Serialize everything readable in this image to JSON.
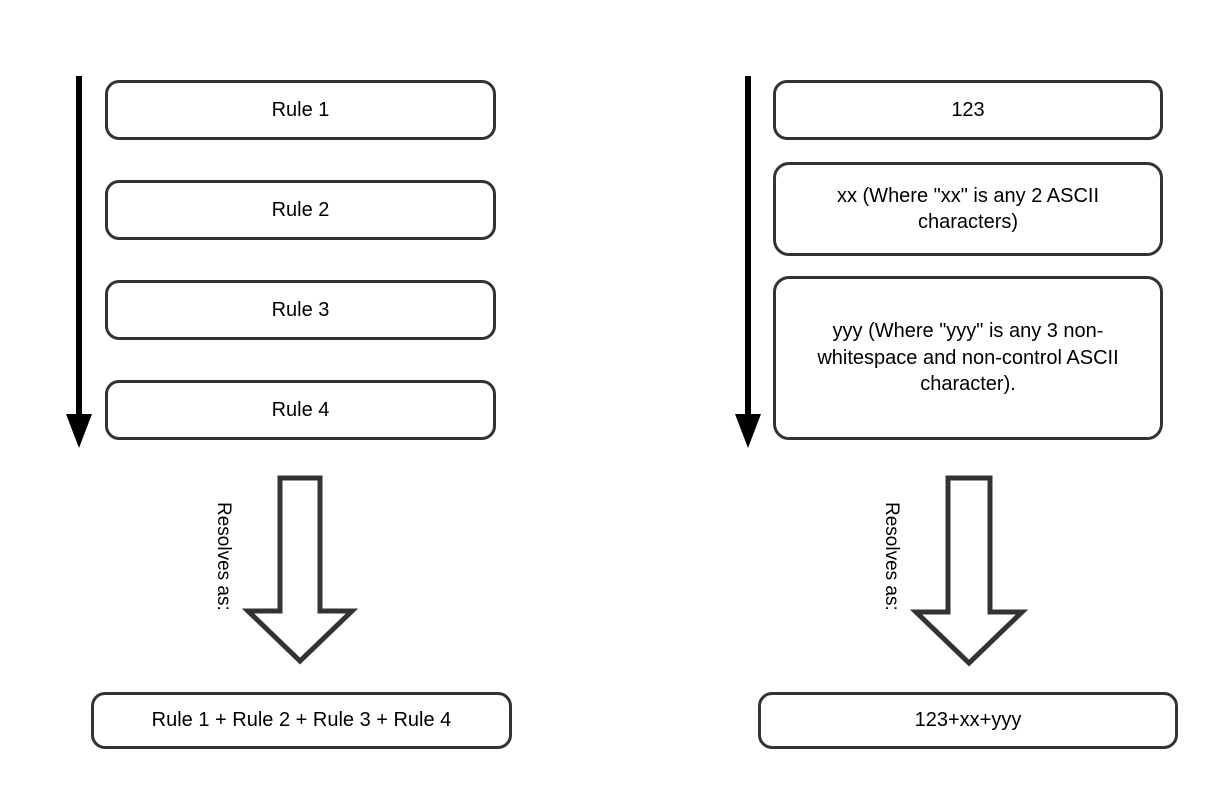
{
  "diagram": {
    "title": "Rule concatenation resolution diagram",
    "stroke_color": "#333333",
    "text_color": "#000000",
    "background": "#ffffff",
    "columns": [
      {
        "id": "generic",
        "name": "generic-rules-column",
        "spine_label": "downward-flow-arrow",
        "boxes": [
          {
            "text": "Rule 1"
          },
          {
            "text": "Rule 2"
          },
          {
            "text": "Rule 3"
          },
          {
            "text": "Rule 4"
          }
        ],
        "resolves_label": "Resolves as:",
        "result": "Rule 1 + Rule 2 + Rule 3 + Rule 4"
      },
      {
        "id": "example",
        "name": "example-rules-column",
        "spine_label": "downward-flow-arrow",
        "boxes": [
          {
            "text": "123"
          },
          {
            "text": "xx (Where \"xx\" is any 2 ASCII characters)"
          },
          {
            "text": "yyy (Where \"yyy\" is any 3 non-whitespace and non-control ASCII character)."
          }
        ],
        "resolves_label": "Resolves as:",
        "result": "123+xx+yyy"
      }
    ]
  }
}
